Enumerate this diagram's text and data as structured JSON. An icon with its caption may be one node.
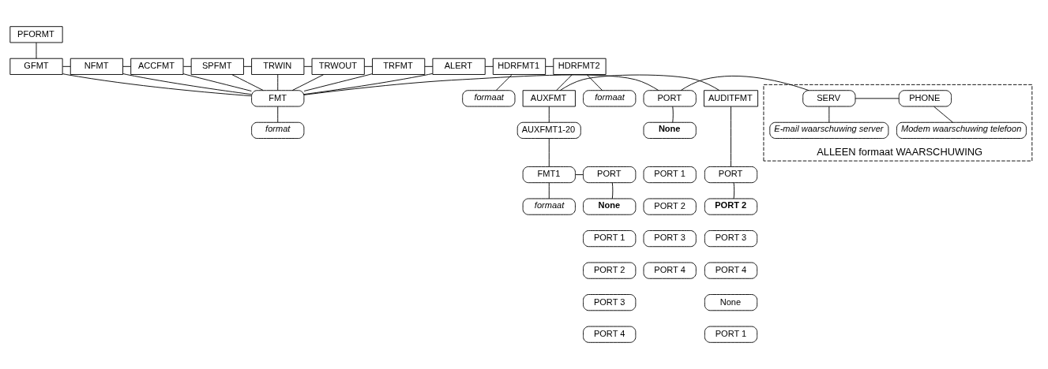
{
  "diagram": {
    "nodes": [
      {
        "text": [
          "PFORMT"
        ]
      },
      {
        "text": [
          "GFMT"
        ]
      },
      {
        "text": [
          "NFMT"
        ]
      },
      {
        "text": [
          "ACCFMT"
        ]
      },
      {
        "text": [
          "SPFMT"
        ]
      },
      {
        "text": [
          "TRWIN"
        ]
      },
      {
        "text": [
          "TRWOUT"
        ]
      },
      {
        "text": [
          "TRFMT"
        ]
      },
      {
        "text": [
          "ALERT"
        ]
      },
      {
        "text": [
          "HDRFMT1"
        ]
      },
      {
        "text": [
          "HDRFMT2"
        ]
      },
      {
        "text": [
          "formaat"
        ]
      },
      {
        "text": [
          "formaat"
        ]
      },
      {
        "text": [
          "FMT"
        ]
      },
      {
        "text": [
          "PORT"
        ]
      },
      {
        "text": [
          "ALLEEN formaat WAARSCHUWING"
        ]
      },
      {
        "text": [
          "SERV"
        ],
        "in": 15
      },
      {
        "text": [
          "PHONE"
        ],
        "in": 15
      },
      {
        "text": [
          "E-mail waarschuwing server"
        ],
        "in": 15
      },
      {
        "text": [
          "Modem waarschuwing telefoon"
        ],
        "in": 15
      },
      {
        "text": [
          "format"
        ]
      },
      {
        "text": [
          "None"
        ]
      },
      {
        "text": [
          "PORT 1"
        ]
      },
      {
        "text": [
          "PORT 2"
        ]
      },
      {
        "text": [
          "PORT 3"
        ]
      },
      {
        "text": [
          "PORT 4"
        ]
      },
      {
        "text": [
          "AUXFMT"
        ]
      },
      {
        "text": [
          "AUDITFMT"
        ]
      },
      {
        "text": [
          "AUXFMT1-20"
        ]
      },
      {
        "text": [
          "FMT1"
        ]
      },
      {
        "text": [
          "PORT"
        ]
      },
      {
        "text": [
          "formaat"
        ]
      },
      {
        "text": [
          "None"
        ]
      },
      {
        "text": [
          "PORT 1"
        ]
      },
      {
        "text": [
          "PORT 2"
        ]
      },
      {
        "text": [
          "PORT 3"
        ]
      },
      {
        "text": [
          "PORT 4"
        ]
      },
      {
        "text": [
          "PORT"
        ]
      },
      {
        "text": [
          "PORT 2"
        ]
      },
      {
        "text": [
          "PORT 3"
        ]
      },
      {
        "text": [
          "PORT 4"
        ]
      },
      {
        "text": [
          "None"
        ]
      },
      {
        "text": [
          "PORT 1"
        ]
      }
    ],
    "edges": [
      {
        "from": 0,
        "to": 1,
        "arrow": "none"
      },
      {
        "from": 1,
        "to": 2,
        "arrow": "none"
      },
      {
        "from": 2,
        "to": 3,
        "arrow": "none"
      },
      {
        "from": 3,
        "to": 4,
        "arrow": "none"
      },
      {
        "from": 4,
        "to": 5,
        "arrow": "none"
      },
      {
        "from": 5,
        "to": 6,
        "arrow": "none"
      },
      {
        "from": 6,
        "to": 7,
        "arrow": "none"
      },
      {
        "from": 7,
        "to": 8,
        "arrow": "none"
      },
      {
        "from": 8,
        "to": 9,
        "arrow": "none"
      },
      {
        "from": 9,
        "to": 10,
        "arrow": "none"
      },
      {
        "from": 9,
        "to": 11,
        "arrow": "none"
      },
      {
        "from": 10,
        "to": 12,
        "arrow": "none"
      },
      {
        "from": 1,
        "to": 13,
        "arrow": "none"
      },
      {
        "from": 2,
        "to": 13,
        "arrow": "none"
      },
      {
        "from": 3,
        "to": 13,
        "arrow": "none"
      },
      {
        "from": 4,
        "to": 13,
        "arrow": "none"
      },
      {
        "from": 5,
        "to": 13,
        "arrow": "none"
      },
      {
        "from": 6,
        "to": 13,
        "arrow": "none"
      },
      {
        "from": 7,
        "to": 13,
        "arrow": "none"
      },
      {
        "from": 8,
        "to": 13,
        "arrow": "none"
      },
      {
        "from": 13,
        "to": 20,
        "arrow": "none"
      },
      {
        "from": 13,
        "to": 14,
        "arrow": "none"
      },
      {
        "from": 14,
        "to": 16,
        "arrow": "none"
      },
      {
        "from": 16,
        "to": 17,
        "arrow": "none"
      },
      {
        "from": 16,
        "to": 18,
        "arrow": "none"
      },
      {
        "from": 17,
        "to": 19,
        "arrow": "none"
      },
      {
        "from": 14,
        "to": 21,
        "arrow": "none"
      },
      {
        "from": 10,
        "to": 26,
        "arrow": "none"
      },
      {
        "from": 26,
        "to": 27,
        "arrow": "none"
      },
      {
        "from": 26,
        "to": 28,
        "arrow": "none"
      },
      {
        "from": 28,
        "to": 29,
        "arrow": "none"
      },
      {
        "from": 29,
        "to": 31,
        "arrow": "none"
      },
      {
        "from": 29,
        "to": 30,
        "arrow": "none"
      },
      {
        "from": 30,
        "to": 32,
        "arrow": "none"
      },
      {
        "from": 27,
        "to": 37,
        "arrow": "none"
      },
      {
        "from": 37,
        "to": 38,
        "arrow": "none"
      }
    ]
  }
}
